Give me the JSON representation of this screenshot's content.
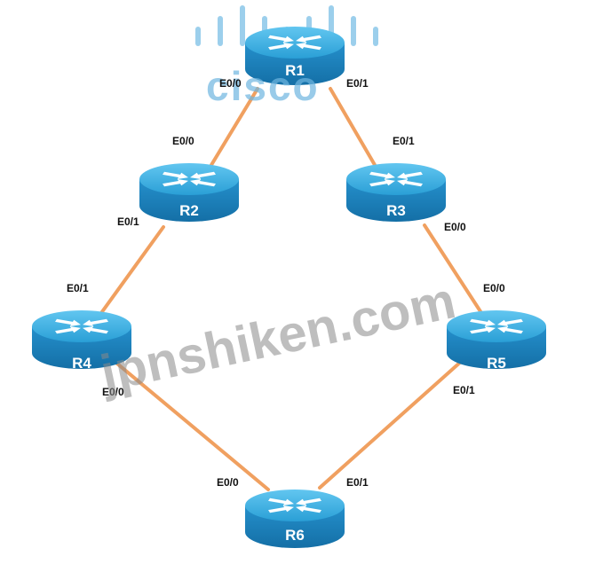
{
  "colors": {
    "link": "#f0a060",
    "router_top": "#3aaee0",
    "router_side": "#1f7fb8",
    "arrow": "#ffffff"
  },
  "watermarks": {
    "logo_text": "cisco",
    "site_text": "jpnshiken.com"
  },
  "routers": [
    {
      "id": "R1",
      "label": "R1"
    },
    {
      "id": "R2",
      "label": "R2"
    },
    {
      "id": "R3",
      "label": "R3"
    },
    {
      "id": "R4",
      "label": "R4"
    },
    {
      "id": "R5",
      "label": "R5"
    },
    {
      "id": "R6",
      "label": "R6"
    }
  ],
  "links": [
    {
      "from": "R1",
      "to": "R2",
      "from_port": "E0/0",
      "to_port": "E0/0"
    },
    {
      "from": "R1",
      "to": "R3",
      "from_port": "E0/1",
      "to_port": "E0/1"
    },
    {
      "from": "R2",
      "to": "R4",
      "from_port": "E0/1",
      "to_port": "E0/1"
    },
    {
      "from": "R3",
      "to": "R5",
      "from_port": "E0/0",
      "to_port": "E0/0"
    },
    {
      "from": "R4",
      "to": "R6",
      "from_port": "E0/0",
      "to_port": "E0/0"
    },
    {
      "from": "R5",
      "to": "R6",
      "from_port": "E0/1",
      "to_port": "E0/1"
    }
  ]
}
